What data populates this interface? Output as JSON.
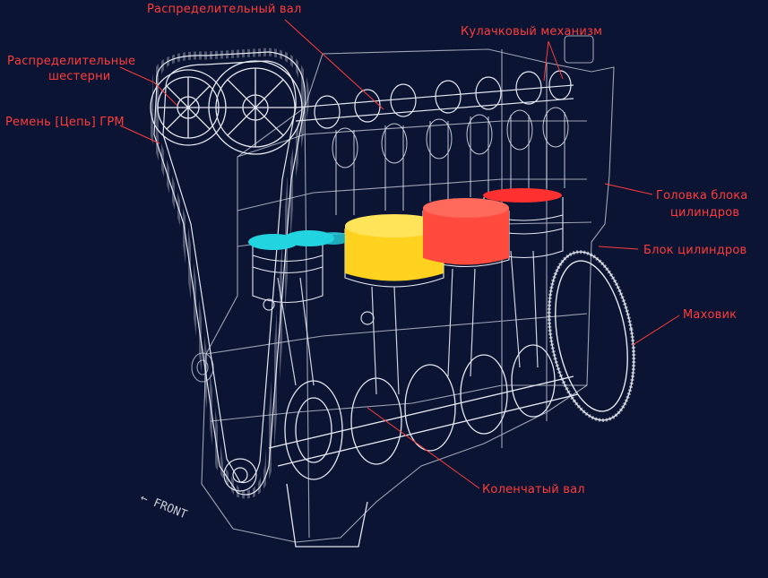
{
  "labels": {
    "camshaft": "Распределительный вал",
    "cam_mechanism": "Кулачковый механизм",
    "timing_gears_line1": "Распределительные",
    "timing_gears_line2": "шестерни",
    "timing_belt": "Ремень [Цепь] ГРМ",
    "cylinder_head_line1": "Головка блока",
    "cylinder_head_line2": "цилиндров",
    "cylinder_block": "Блок цилиндров",
    "flywheel": "Маховик",
    "crankshaft": "Коленчатый вал",
    "front": "← FRONT"
  },
  "colors": {
    "background": "#0b1533",
    "wireframe": "#d8dbe6",
    "label_red": "#ff3b3b",
    "piston_cyan": "#22d3e0",
    "piston_yellow": "#ffd21f",
    "piston_red": "#ff4a3d"
  }
}
